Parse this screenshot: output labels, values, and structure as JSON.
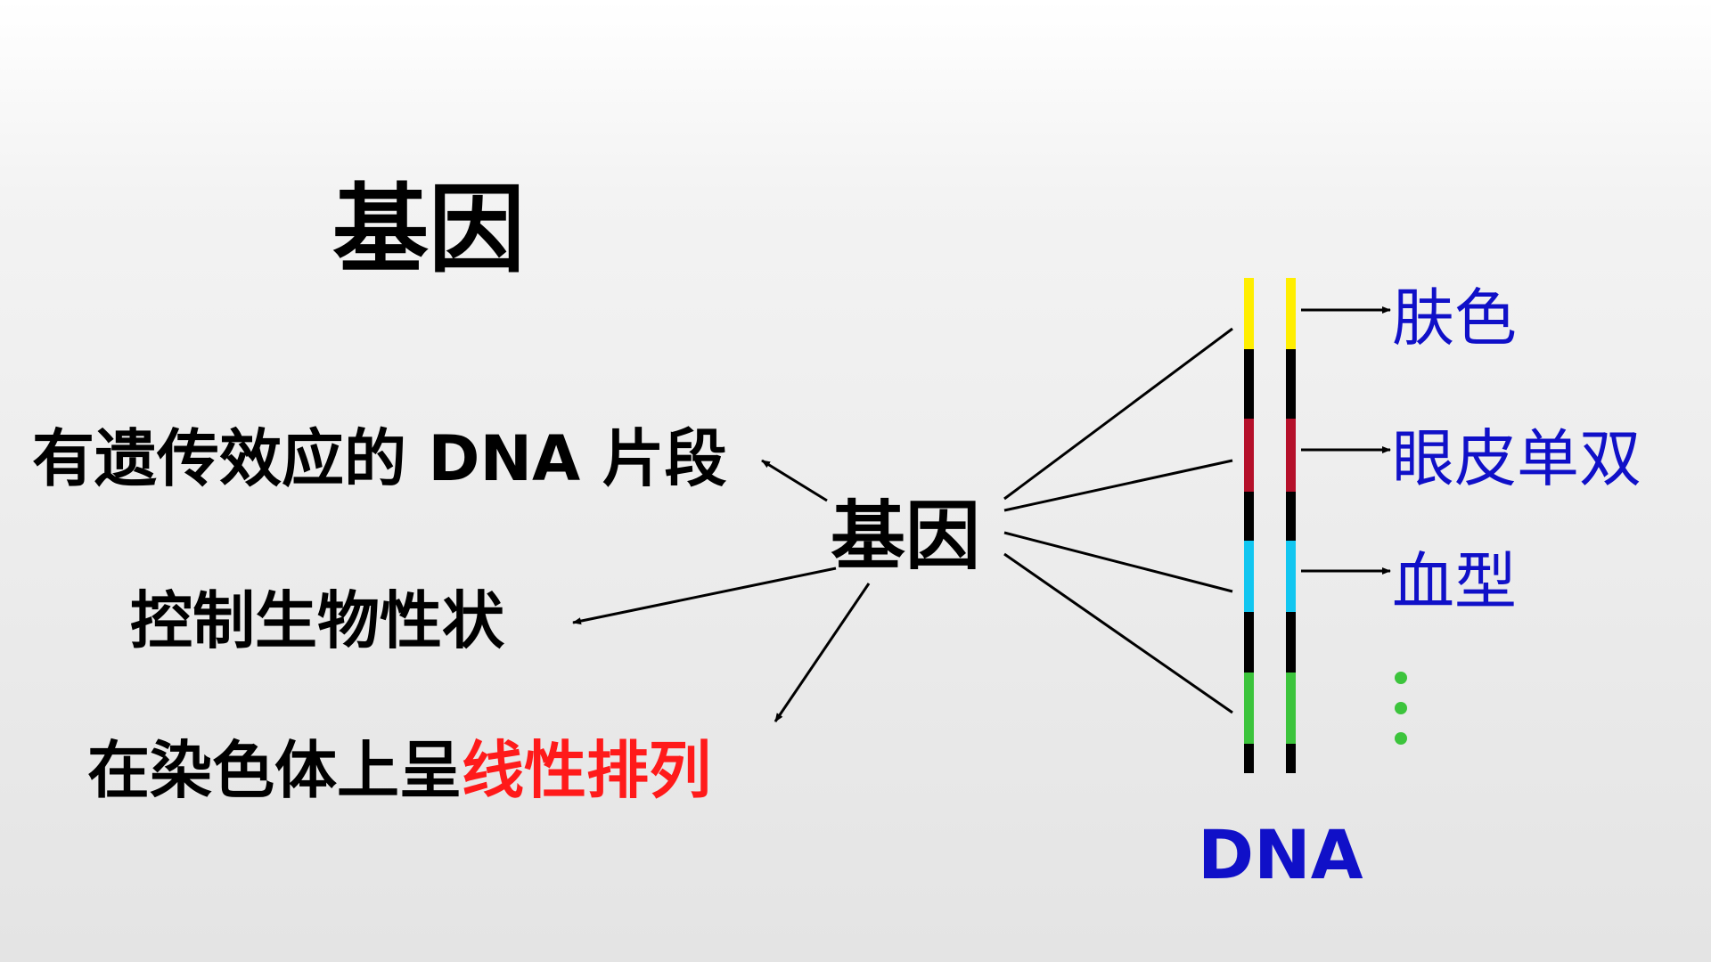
{
  "title": "基因",
  "center_label": "基因",
  "properties": {
    "p1": "有遗传效应的 DNA 片段",
    "p2": "控制生物性状",
    "p3_prefix": "在染色体上呈",
    "p3_highlight": "线性排列"
  },
  "traits": [
    "肤色",
    "眼皮单双",
    "血型"
  ],
  "dna_label": "DNA",
  "colors": {
    "text": "#000000",
    "trait_text": "#1010c8",
    "highlight": "#ff1a1a",
    "gene_yellow": "#ffee00",
    "gene_red": "#b5102a",
    "gene_cyan": "#12c6f0",
    "gene_green": "#3cc43c",
    "strand": "#000000",
    "dots": "#3cc43c"
  }
}
